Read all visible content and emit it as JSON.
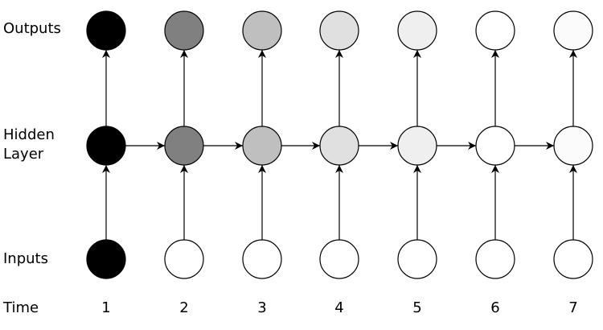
{
  "labels": {
    "outputs": "Outputs",
    "hidden": "Hidden\nLayer",
    "inputs": "Inputs",
    "time": "Time"
  },
  "time_steps": [
    "1",
    "2",
    "3",
    "4",
    "5",
    "6",
    "7"
  ],
  "colors": {
    "outputs": [
      "#000000",
      "#808080",
      "#bfbfbf",
      "#e0e0e0",
      "#efefef",
      "#ffffff",
      "#fbfbfb"
    ],
    "hidden": [
      "#000000",
      "#808080",
      "#bfbfbf",
      "#e0e0e0",
      "#efefef",
      "#ffffff",
      "#fbfbfb"
    ],
    "inputs": [
      "#000000",
      "#ffffff",
      "#ffffff",
      "#ffffff",
      "#ffffff",
      "#ffffff",
      "#ffffff"
    ],
    "stroke": "#000000"
  }
}
